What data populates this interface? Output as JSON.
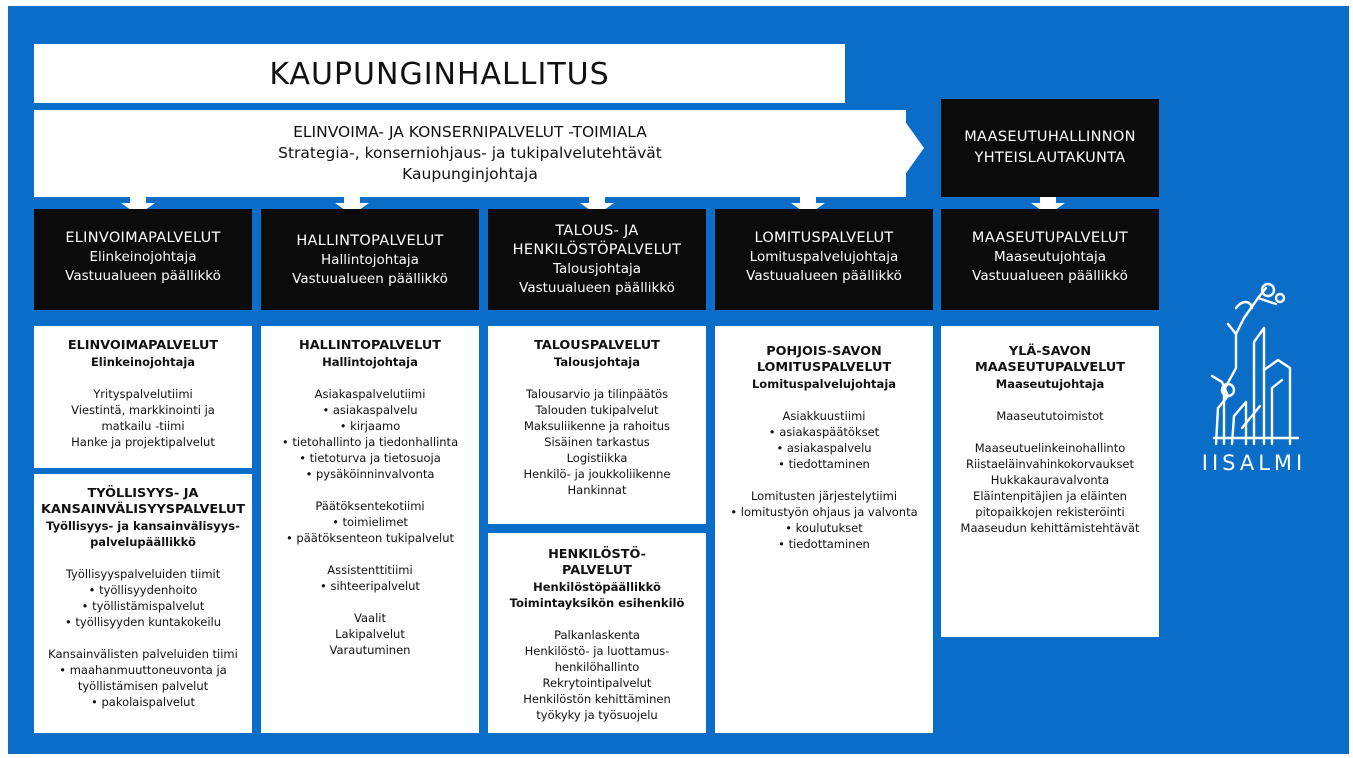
{
  "header": {
    "title": "KAUPUNGINHALLITUS",
    "toimiala": {
      "line1": "ELINVOIMA- JA KONSERNIPALVELUT -TOIMIALA",
      "line2": "Strategia-, konserniohjaus- ja tukipalvelutehtävät",
      "line3": "Kaupunginjohtaja"
    },
    "maaseutu_board": {
      "line1": "MAASEUTUHALLINNON",
      "line2": "YHTEISLAUTAKUNTA"
    }
  },
  "divisions": [
    {
      "title_lines": [
        "ELINVOIMAPALVELUT"
      ],
      "lines": [
        "Elinkeinojohtaja",
        "Vastuualueen päällikkö"
      ]
    },
    {
      "title_lines": [
        "HALLINTOPALVELUT"
      ],
      "lines": [
        "Hallintojohtaja",
        "Vastuualueen päällikkö"
      ]
    },
    {
      "title_lines": [
        "TALOUS- JA",
        "HENKILÖSTÖPALVELUT"
      ],
      "lines": [
        "Talousjohtaja",
        "Vastuualueen päällikkö"
      ]
    },
    {
      "title_lines": [
        "LOMITUSPALVELUT"
      ],
      "lines": [
        "Lomituspalvelujohtaja",
        "Vastuualueen päällikkö"
      ]
    },
    {
      "title_lines": [
        "MAASEUTUPALVELUT"
      ],
      "lines": [
        "Maaseutujohtaja",
        "Vastuualueen päällikkö"
      ]
    }
  ],
  "cards": {
    "elinvoima": {
      "title_lines": [
        "ELINVOIMAPALVELUT"
      ],
      "sub_lines": [
        "Elinkeinojohtaja"
      ],
      "blocks": [
        [
          "Yrityspalvelutiimi",
          "Viestintä, markkinointi ja",
          "matkailu -tiimi",
          "Hanke ja projektipalvelut"
        ]
      ]
    },
    "tyollisyys": {
      "title_lines": [
        "TYÖLLISYYS- JA",
        "KANSAINVÄLISYYSPALVELUT"
      ],
      "sub_lines": [
        "Työllisyys- ja kansainvälisyys-",
        "palvelupäällikkö"
      ],
      "blocks": [
        [
          "Työllisyyspalveluiden tiimit",
          "• työllisyydenhoito",
          "• työllistämispalvelut",
          "• työllisyyden kuntakokeilu"
        ],
        [
          "Kansainvälisten palveluiden tiimi",
          "• maahanmuuttoneuvonta ja",
          "työllistämisen palvelut",
          "• pakolaispalvelut"
        ]
      ]
    },
    "hallinto": {
      "title_lines": [
        "HALLINTOPALVELUT"
      ],
      "sub_lines": [
        "Hallintojohtaja"
      ],
      "blocks": [
        [
          "Asiakaspalvelutiimi",
          "• asiakaspalvelu",
          "• kirjaamo",
          "• tietohallinto ja tiedonhallinta",
          "• tietoturva ja tietosuoja",
          "• pysäköinninvalvonta"
        ],
        [
          "Päätöksentekotiimi",
          "• toimielimet",
          "• päätöksenteon tukipalvelut"
        ],
        [
          "Assistenttitiimi",
          "• sihteeripalvelut"
        ],
        [
          "Vaalit",
          "Lakipalvelut",
          "Varautuminen"
        ]
      ]
    },
    "talous": {
      "title_lines": [
        "TALOUSPALVELUT"
      ],
      "sub_lines": [
        "Talousjohtaja"
      ],
      "blocks": [
        [
          "Talousarvio ja tilinpäätös",
          "Talouden tukipalvelut",
          "Maksuliikenne ja rahoitus",
          "Sisäinen tarkastus",
          "Logistiikka",
          "Henkilö- ja joukkoliikenne",
          "Hankinnat"
        ]
      ]
    },
    "henkilosto": {
      "title_lines": [
        "HENKILÖSTÖ-",
        "PALVELUT"
      ],
      "sub_lines": [
        "Henkilöstöpäällikkö",
        "Toimintayksikön esihenkilö"
      ],
      "blocks": [
        [
          "Palkanlaskenta",
          "Henkilöstö- ja luottamus-",
          "henkilöhallinto",
          "Rekrytointipalvelut",
          "Henkilöstön kehittäminen",
          "työkyky ja työsuojelu"
        ]
      ]
    },
    "lomitus": {
      "title_lines": [
        "POHJOIS-SAVON",
        "LOMITUSPALVELUT"
      ],
      "sub_lines": [
        "Lomituspalvelujohtaja"
      ],
      "blocks": [
        [
          "Asiakkuustiimi",
          "• asiakaspäätökset",
          "• asiakaspalvelu",
          "• tiedottaminen"
        ],
        [
          "Lomitusten järjestelytiimi",
          "• lomitustyön ohjaus ja valvonta",
          "• koulutukset",
          "• tiedottaminen"
        ]
      ]
    },
    "maaseutu": {
      "title_lines": [
        "YLÄ-SAVON",
        "MAASEUTUPALVELUT"
      ],
      "sub_lines": [
        "Maaseutujohtaja"
      ],
      "blocks": [
        [
          "Maaseututoimistot"
        ],
        [
          "Maaseutuelinkeinohallinto",
          "Riistaeläinvahinkokorvaukset",
          "Hukkakauravalvonta",
          "Eläintenpitäjien ja eläinten",
          "pitopaikkojen rekisteröinti",
          "Maaseudun kehittämistehtävät"
        ]
      ]
    }
  },
  "logo": {
    "text": "IISALMI"
  },
  "colors": {
    "background": "#0a6ec8",
    "box_dark": "#0b0b0b",
    "box_light": "#ffffff"
  }
}
